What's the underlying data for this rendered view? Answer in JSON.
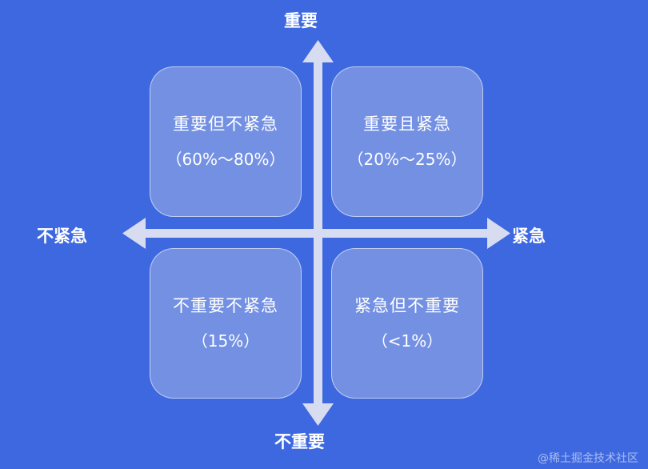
{
  "axes": {
    "top": "重要",
    "bottom": "不重要",
    "left": "不紧急",
    "right": "紧急"
  },
  "quadrants": {
    "top_left": {
      "label": "重要但不紧急",
      "percent": "（60%～80%）"
    },
    "top_right": {
      "label": "重要且紧急",
      "percent": "（20%～25%）"
    },
    "bottom_left": {
      "label": "不重要不紧急",
      "percent": "（15%）"
    },
    "bottom_right": {
      "label": "紧急但不重要",
      "percent": "（<1%）"
    }
  },
  "watermark": "@稀土掘金技术社区",
  "colors": {
    "background": "#3d68e0",
    "axis": "#d8dcf0"
  }
}
